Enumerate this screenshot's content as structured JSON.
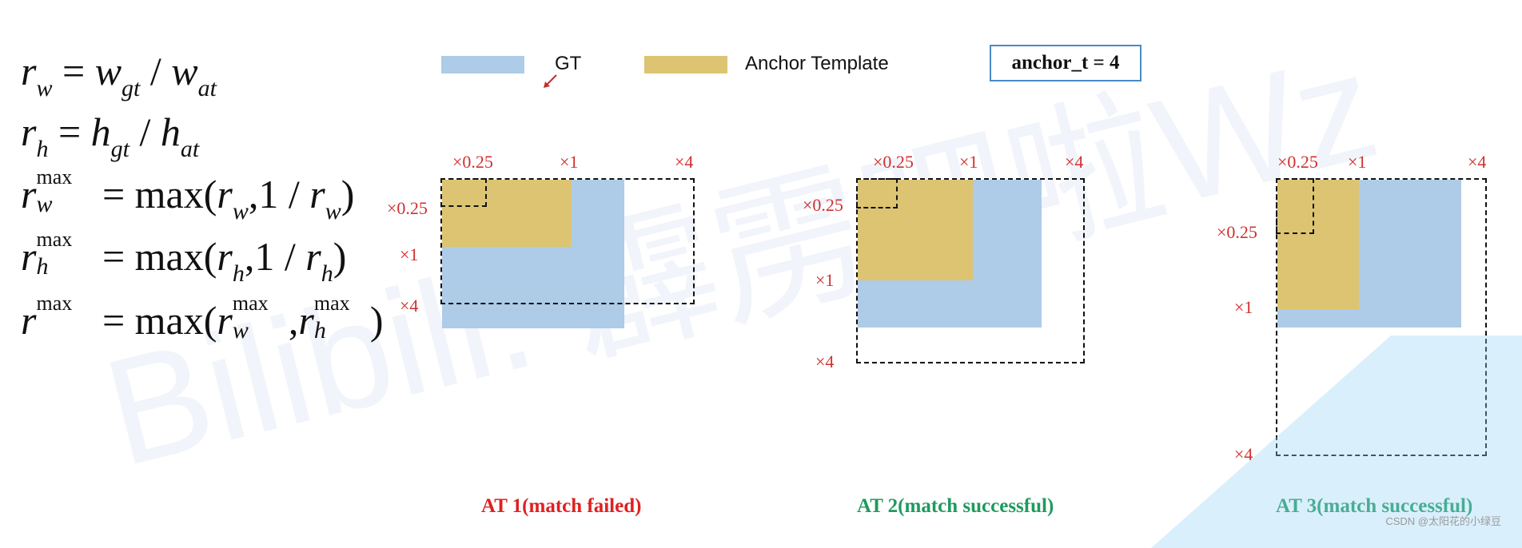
{
  "formulas": {
    "rw": {
      "lhs": "r",
      "lhs_sub": "w",
      "eq": "=",
      "a": "w",
      "a_sub": "gt",
      "slash": "/",
      "b": "w",
      "b_sub": "at"
    },
    "rh": {
      "lhs": "r",
      "lhs_sub": "h",
      "eq": "=",
      "a": "h",
      "a_sub": "gt",
      "slash": "/",
      "b": "h",
      "b_sub": "at"
    },
    "rw_max": {
      "lhs": "r",
      "sup": "max",
      "sub": "w",
      "rhs_prefix": "= max(",
      "r": "r",
      "r_sub": "w",
      "mid": ",1 / ",
      "r2": "r",
      "r2_sub": "w",
      "close": ")"
    },
    "rh_max": {
      "lhs": "r",
      "sup": "max",
      "sub": "h",
      "rhs_prefix": "= max(",
      "r": "r",
      "r_sub": "h",
      "mid": ",1 / ",
      "r2": "r",
      "r2_sub": "h",
      "close": ")"
    },
    "r_max": {
      "lhs": "r",
      "sup": "max",
      "rhs_prefix": "= max(",
      "r": "r",
      "r_sup": "max",
      "r_sub": "w",
      "comma": ",",
      "r2": "r",
      "r2_sup": "max",
      "r2_sub": "h",
      "close": ")"
    }
  },
  "legend": {
    "gt_label": "GT",
    "at_label": "Anchor Template",
    "gt_color": "#aecbe8",
    "at_color": "#dcc472",
    "anchor_t": "anchor_t = 4"
  },
  "scale_labels": {
    "quarter": "×0.25",
    "one": "×1",
    "four": "×4"
  },
  "captions": {
    "at1": "AT 1(match failed)",
    "at2": "AT 2(match successful)",
    "at3": "AT 3(match successful)",
    "fail_color": "#e02020",
    "success_color": "#1f9a5e"
  },
  "watermark": "Bilibili: 霹雳吧啦Wz",
  "credit": "CSDN @太阳花的小绿豆"
}
